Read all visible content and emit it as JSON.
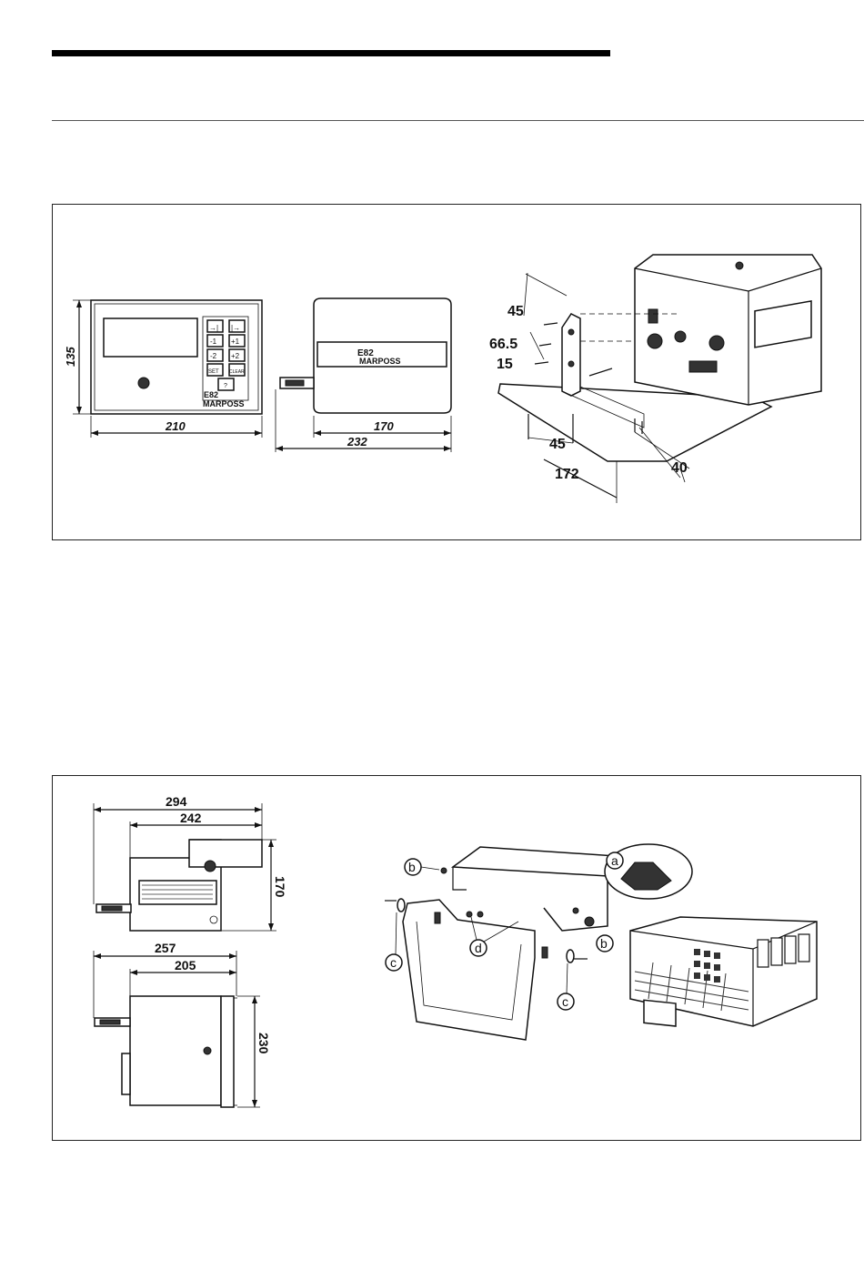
{
  "figure1": {
    "front_view": {
      "height_label": "135",
      "width_label": "210",
      "brand": "MARPOSS",
      "model": "E82",
      "key_labels": [
        "→|",
        "|→",
        "-1",
        "+1",
        "-2",
        "+2",
        "SET",
        "CLEAR",
        "?"
      ]
    },
    "side_view": {
      "depth_label": "170",
      "overall_label": "232",
      "model": "E82",
      "brand": "MARPOSS"
    },
    "iso_view": {
      "dims": [
        "45",
        "66.5",
        "15",
        "45",
        "172",
        "40"
      ]
    }
  },
  "figure2": {
    "top_view": {
      "overall_label": "294",
      "body_label": "242",
      "height_label": "170"
    },
    "plan_view": {
      "overall_label": "257",
      "body_label": "205",
      "depth_label": "230"
    },
    "callouts": [
      "a",
      "b",
      "b",
      "c",
      "c",
      "d"
    ]
  }
}
